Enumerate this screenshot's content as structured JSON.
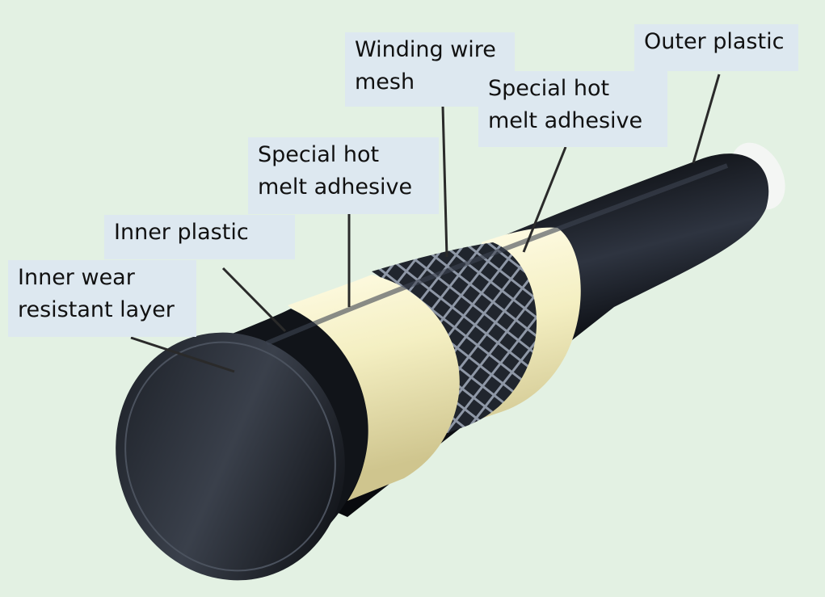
{
  "diagram": {
    "labels": {
      "inner_wear_layer": "Inner wear\nresistant layer",
      "inner_plastic": "Inner plastic",
      "adhesive_inner": "Special hot\nmelt adhesive",
      "wire_mesh": "Winding wire\nmesh",
      "adhesive_outer": "Special hot\nmelt adhesive",
      "outer_plastic": "Outer plastic"
    },
    "colors": {
      "background": "#e3f1e3",
      "label_box": "#dde8f0",
      "pipe_black": "#15171c",
      "adhesive_cream": "#f4f0c4",
      "mesh_wire": "#7c8593",
      "leader_line": "#2a2a2a"
    }
  }
}
